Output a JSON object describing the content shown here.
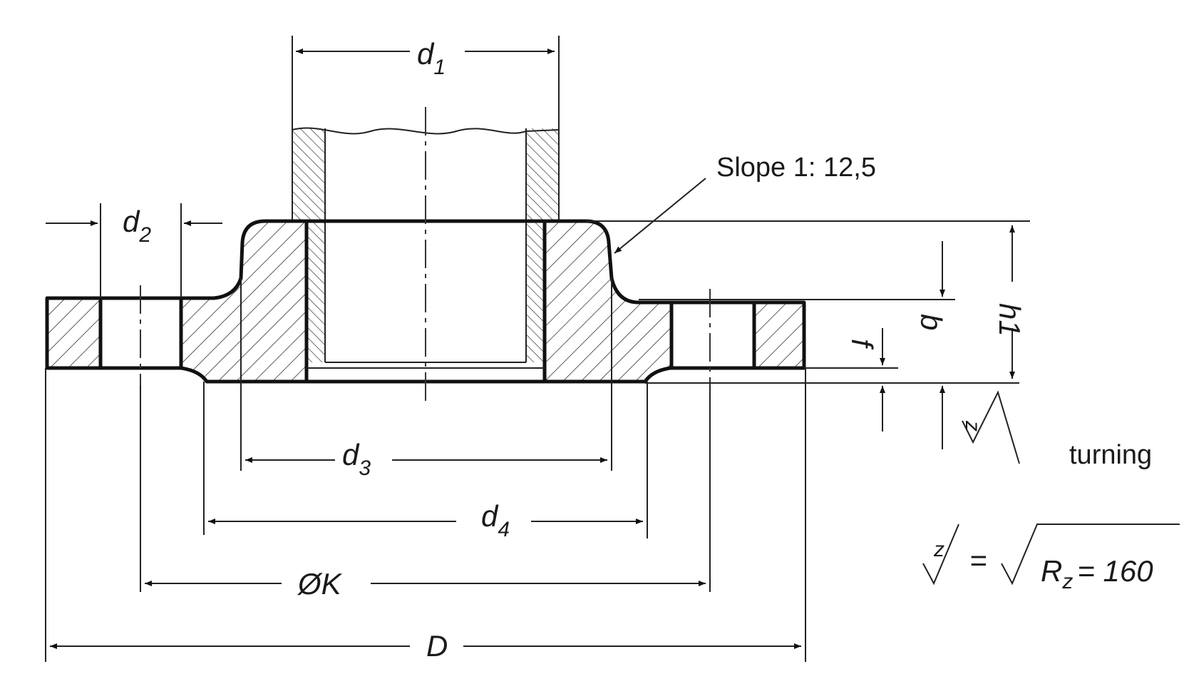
{
  "labels": {
    "d1": "d",
    "d1_sub": "1",
    "d2": "d",
    "d2_sub": "2",
    "d3": "d",
    "d3_sub": "3",
    "d4": "d",
    "d4_sub": "4",
    "K": "ØK",
    "D": "D",
    "h1": "h1",
    "b": "b",
    "f": "f",
    "slope": "Slope  1: 12,5",
    "turning": "turning",
    "z": "z",
    "surface_z": "z",
    "surface_eq": "=",
    "surface_R": "R",
    "surface_R_sub": "z",
    "surface_value": "= 160"
  }
}
